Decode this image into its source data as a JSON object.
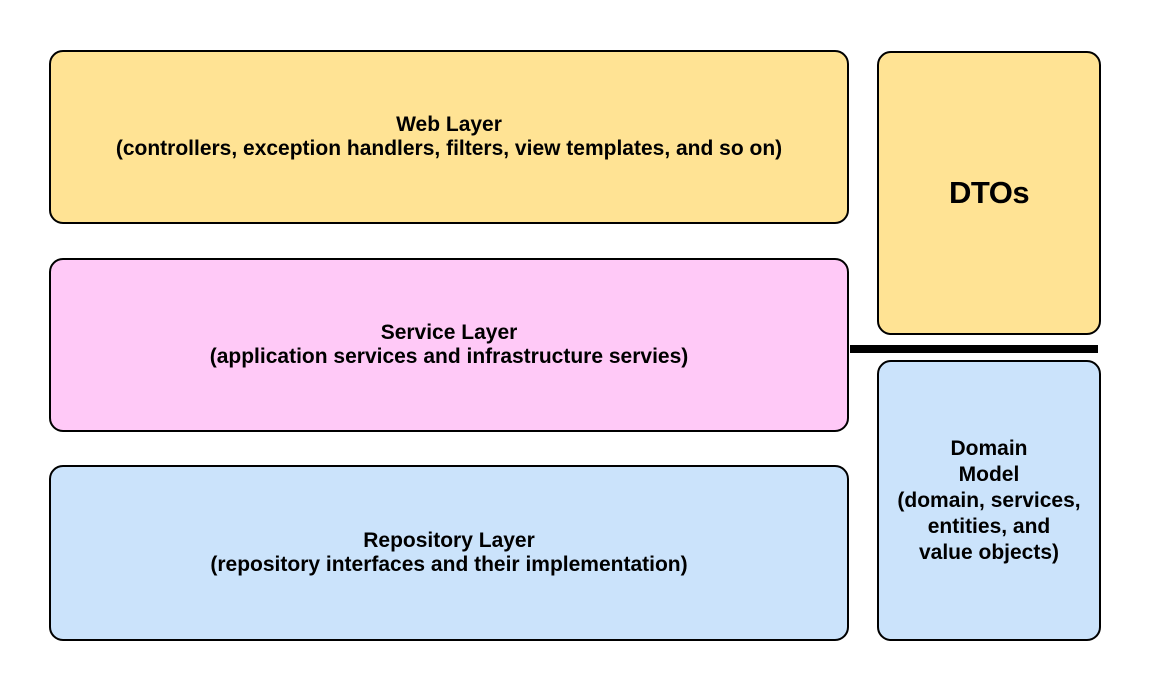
{
  "colors": {
    "background": "#ffffff",
    "border": "#000000",
    "separator_bar": "#000000",
    "text": "#000000",
    "yellow_fill": "#ffe394",
    "pink_fill": "#ffc9f7",
    "blue_fill": "#cbe3fb"
  },
  "boxes": {
    "web_layer": {
      "title": "Web Layer",
      "subtitle": "(controllers, exception handlers, filters, view templates, and so on)",
      "fill": "#ffe394"
    },
    "service_layer": {
      "title": "Service Layer",
      "subtitle": "(application services and infrastructure servies)",
      "fill": "#ffc9f7"
    },
    "repository_layer": {
      "title": "Repository Layer",
      "subtitle": "(repository interfaces and their implementation)",
      "fill": "#cbe3fb"
    },
    "dtos": {
      "title": "DTOs",
      "fill": "#ffe394"
    },
    "domain_model": {
      "text": "Domain\nModel\n(domain, services,\nentities, and\nvalue objects)",
      "fill": "#cbe3fb"
    }
  }
}
